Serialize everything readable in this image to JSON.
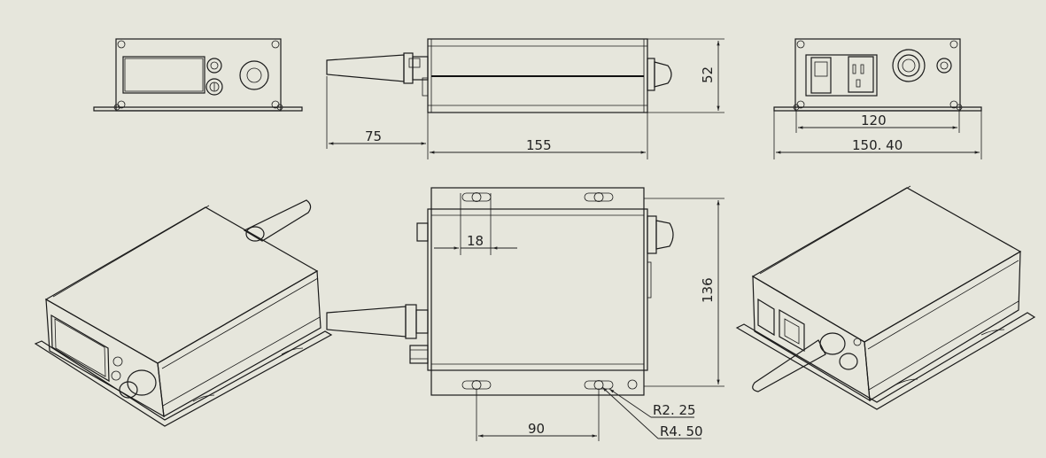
{
  "dimensions": {
    "overall_length": "155",
    "antenna_length": "75",
    "height": "52",
    "bracket_hole_spacing": "120",
    "bracket_width": "150. 40",
    "slot_length": "18",
    "depth": "136",
    "slot_spacing": "90",
    "slot_small_radius": "R2. 25",
    "slot_large_radius": "R4. 50"
  }
}
